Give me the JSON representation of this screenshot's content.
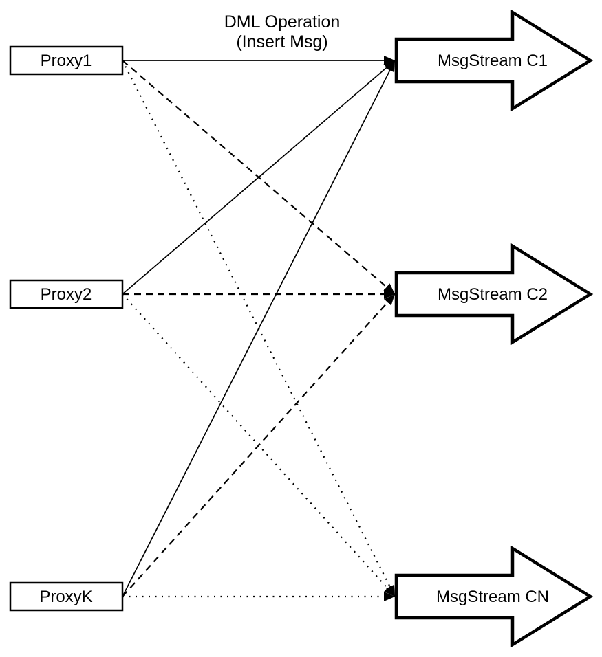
{
  "title": {
    "line1": "DML Operation",
    "line2": "(Insert Msg)"
  },
  "proxies": [
    {
      "id": "proxy1",
      "label": "Proxy1"
    },
    {
      "id": "proxy2",
      "label": "Proxy2"
    },
    {
      "id": "proxyk",
      "label": "ProxyK"
    }
  ],
  "streams": [
    {
      "id": "c1",
      "label": "MsgStream C1"
    },
    {
      "id": "c2",
      "label": "MsgStream C2"
    },
    {
      "id": "cn",
      "label": "MsgStream CN"
    }
  ],
  "edges": [
    {
      "from": "proxy1",
      "to": "c1",
      "style": "solid"
    },
    {
      "from": "proxy1",
      "to": "c2",
      "style": "dashed"
    },
    {
      "from": "proxy1",
      "to": "cn",
      "style": "dotted"
    },
    {
      "from": "proxy2",
      "to": "c1",
      "style": "solid"
    },
    {
      "from": "proxy2",
      "to": "c2",
      "style": "dashed"
    },
    {
      "from": "proxy2",
      "to": "cn",
      "style": "dotted"
    },
    {
      "from": "proxyk",
      "to": "c1",
      "style": "solid"
    },
    {
      "from": "proxyk",
      "to": "c2",
      "style": "dashed"
    },
    {
      "from": "proxyk",
      "to": "cn",
      "style": "dotted"
    }
  ],
  "colors": {
    "line": "#000000",
    "shape_fill": "#ffffff",
    "text": "#000000",
    "background": "#ffffff"
  }
}
